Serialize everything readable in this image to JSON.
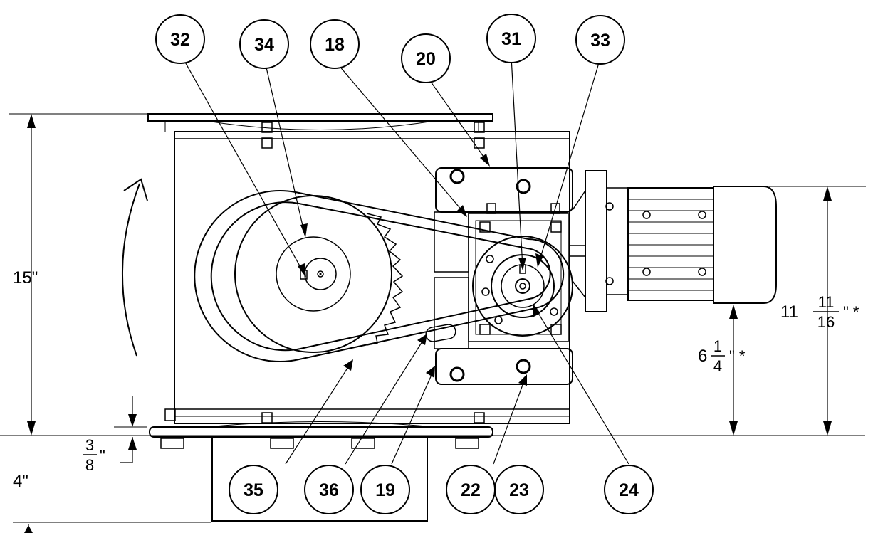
{
  "balloons": {
    "b32": "32",
    "b34": "34",
    "b18": "18",
    "b20": "20",
    "b31": "31",
    "b33": "33",
    "b35": "35",
    "b36": "36",
    "b19": "19",
    "b22": "22",
    "b23": "23",
    "b24": "24"
  },
  "dimensions": {
    "overall_height": "15\"",
    "base_height": "4\"",
    "plate_thickness": {
      "numerator": "3",
      "denominator": "8",
      "unit": "\""
    },
    "motor_height": {
      "whole": "11",
      "numerator": "11",
      "denominator": "16",
      "unit": "\" *"
    },
    "motor_axis": {
      "whole": "6",
      "numerator": "1",
      "denominator": "4",
      "unit": "\" *"
    }
  },
  "colors": {
    "line": "#000000",
    "background": "#ffffff"
  }
}
